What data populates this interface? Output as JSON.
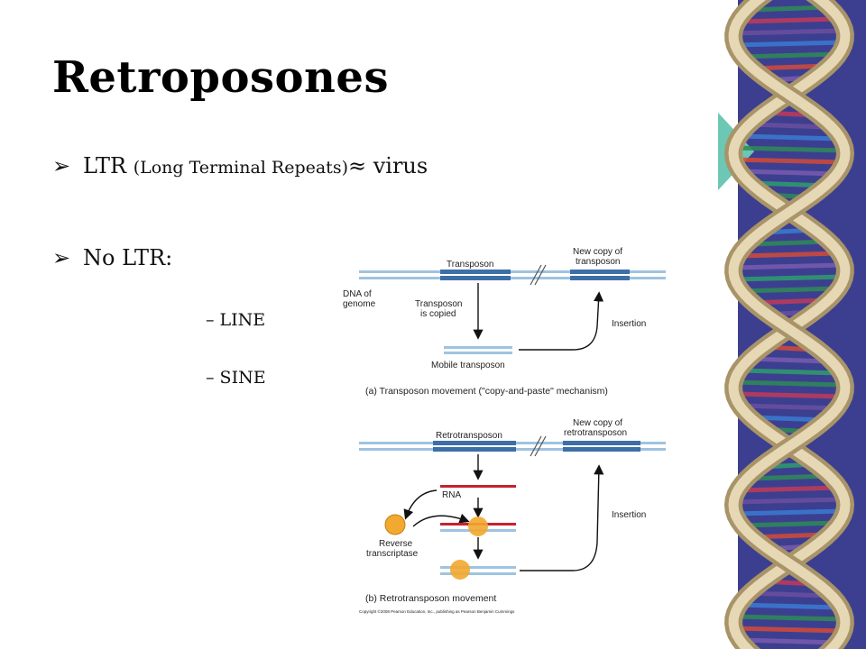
{
  "slide": {
    "title": "Retroposones",
    "bullets": [
      {
        "main": "LTR ",
        "detail": "(Long Terminal Repeats)",
        "suffix": "≈ virus"
      },
      {
        "main": "No LTR:"
      }
    ],
    "subitems": [
      "LINE",
      "SINE"
    ]
  },
  "diagram": {
    "panel_a": {
      "transposon": "Transposon",
      "new_copy_line1": "New copy of",
      "new_copy_line2": "transposon",
      "dna_line1": "DNA of",
      "dna_line2": "genome",
      "copied_line1": "Transposon",
      "copied_line2": "is copied",
      "insertion": "Insertion",
      "mobile": "Mobile transposon",
      "caption": "(a) Transposon movement (\"copy-and-paste\" mechanism)"
    },
    "panel_b": {
      "retrotransposon": "Retrotransposon",
      "new_copy_line1": "New copy of",
      "new_copy_line2": "retrotransposon",
      "rna": "RNA",
      "reverse_line1": "Reverse",
      "reverse_line2": "transcriptase",
      "insertion": "Insertion",
      "caption": "(b) Retrotransposon movement",
      "copyright": "Copyright ©2008 Pearson Education, Inc., publishing as Pearson Benjamin Cummings"
    },
    "colors": {
      "dna": "#9fc3e0",
      "dna_dark": "#3d6fa6",
      "rna": "#c8202e",
      "enzyme": "#f2a92f"
    }
  },
  "decor": {
    "band_color": "#3c3f8f",
    "accent_color": "#6cc7b4"
  }
}
